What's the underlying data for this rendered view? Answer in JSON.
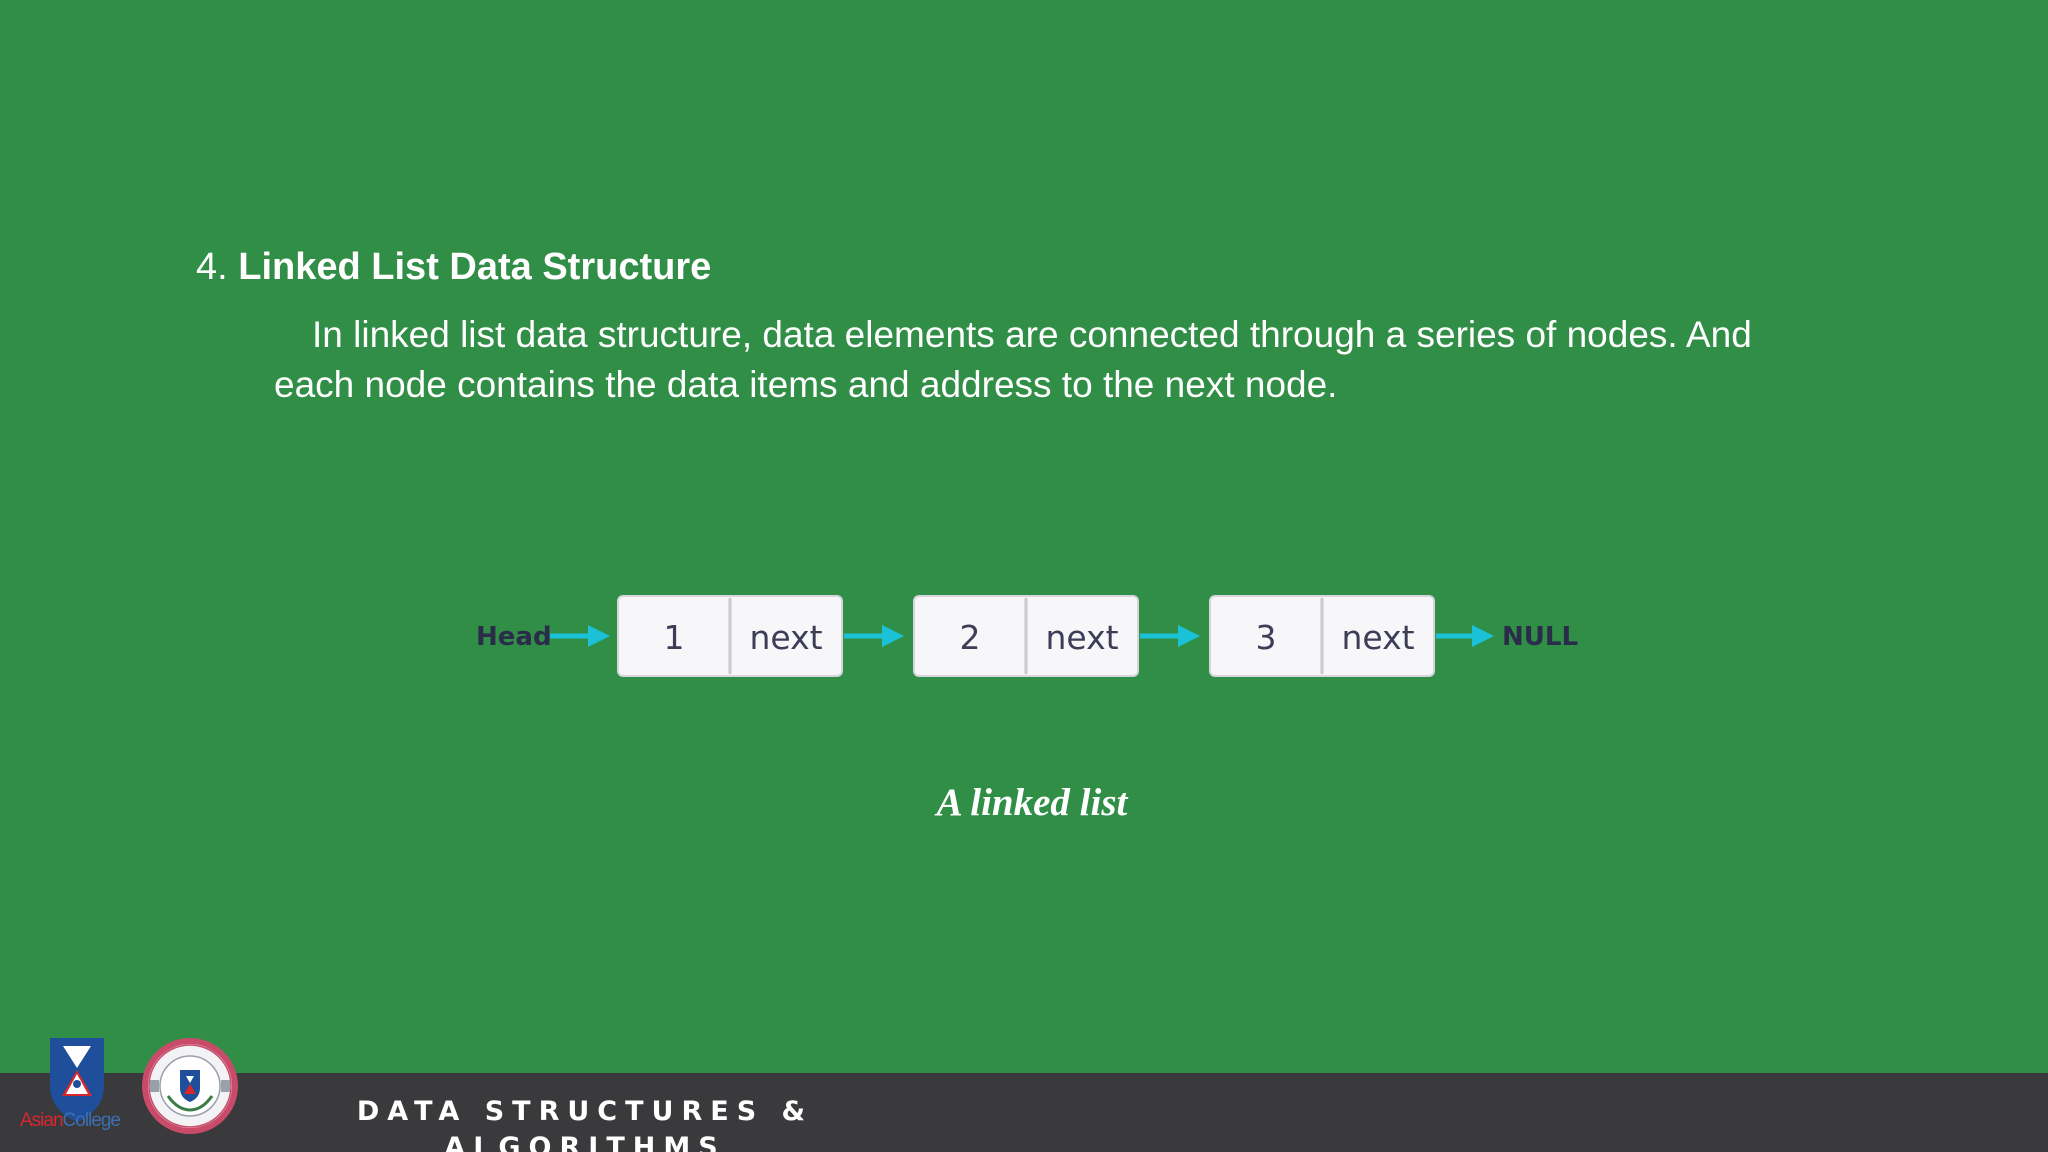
{
  "slide": {
    "heading_number": "4.",
    "heading_title": "Linked List Data Structure",
    "description": "In linked list data structure, data elements are connected through a series of nodes. And each node contains the data items and address to the next node.",
    "caption": "A linked list"
  },
  "diagram": {
    "head_label": "Head",
    "null_label": "NULL",
    "nodes": [
      {
        "data": "1",
        "pointer": "next"
      },
      {
        "data": "2",
        "pointer": "next"
      },
      {
        "data": "3",
        "pointer": "next"
      }
    ],
    "colors": {
      "arrow": "#1bc1d6",
      "node_fill": "#f7f7f9",
      "node_text": "#3d3d57"
    }
  },
  "footer": {
    "title": "DATA STRUCTURES & ALGORITHMS",
    "logo_text_part1": "Asian",
    "logo_text_part2": "College"
  },
  "colors": {
    "background": "#318e46",
    "footer_bar": "#3a393b"
  }
}
